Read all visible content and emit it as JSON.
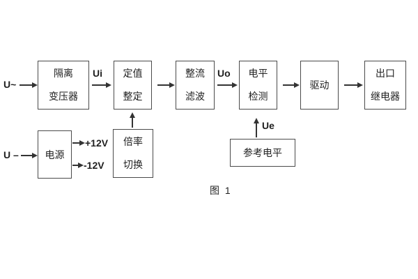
{
  "diagram": {
    "caption": "图 1",
    "inputs": {
      "ac_label": "U~",
      "dc_label": "U –"
    },
    "signals": {
      "ui": "Ui",
      "uo": "Uo",
      "ue": "Ue",
      "rail_pos": "+12V",
      "rail_neg": "-12V"
    },
    "blocks": {
      "isolation_transformer": {
        "line1": "隔离",
        "line2": "变压器"
      },
      "setting_adjust": {
        "line1": "定值",
        "line2": "整定"
      },
      "rectifier_filter": {
        "line1": "整流",
        "line2": "滤波"
      },
      "level_detector": {
        "line1": "电平",
        "line2": "检测"
      },
      "driver": {
        "line1": "驱动"
      },
      "output_relay": {
        "line1": "出口",
        "line2": "继电器"
      },
      "power_supply": {
        "line1": "电源"
      },
      "ratio_switch": {
        "line1": "倍率",
        "line2": "切换"
      },
      "reference_level": {
        "line1": "参考电平"
      }
    },
    "colors": {
      "line": "#333333",
      "box_border": "#4a4a4a",
      "text": "#222222",
      "background": "#ffffff"
    }
  }
}
